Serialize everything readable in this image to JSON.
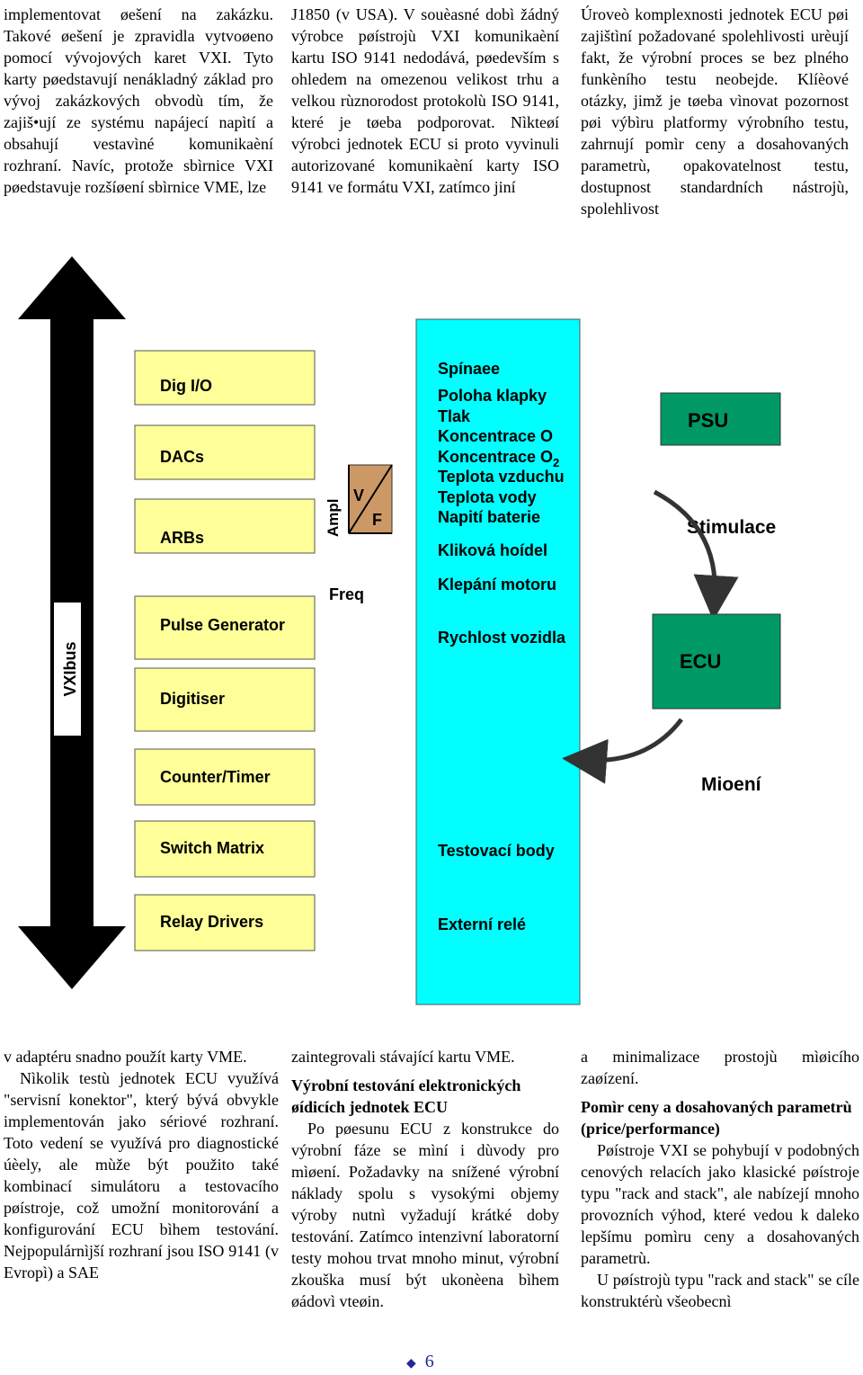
{
  "top": {
    "col1": "implementovat øešení na zakázku. Takové øešení je zpravidla vytvoøeno pomocí vývojových karet VXI. Tyto karty pøedstavují nenákladný základ pro vývoj zakázkových obvodù tím, že zajiš•ují ze systému napájecí napìtí a obsahují vestavìné komunikaèní rozhraní. Navíc, protože sbìrnice VXI pøedstavuje rozšíøení sbìrnice VME, lze",
    "col2": "J1850 (v USA). V souèasné dobì žádný výrobce pøístrojù VXI komunikaèní kartu ISO 9141 nedodává, pøedevším s ohledem na omezenou velikost trhu a velkou rùznorodost protokolù ISO 9141, které je tøeba podporovat. Nìkteøí výrobci jednotek ECU si proto vyvinuli autorizované komunikaèní karty ISO 9141 ve formátu VXI, zatímco jiní",
    "col3": "Úroveò komplexnosti jednotek ECU pøi zajištìní požadované spolehlivosti urèují fakt, že výrobní proces se bez plného funkèního testu neobejde. Klíèové otázky, jimž je tøeba vìnovat pozornost pøi výbìru platformy výrobního testu, zahrnují pomìr ceny a dosahovaných parametrù, opakovatelnost testu, dostupnost standardních nástrojù, spolehlivost"
  },
  "diagram": {
    "bus_label": "VXIbus",
    "modules": [
      "Dig I/O",
      "DACs",
      "ARBs",
      "Pulse Generator",
      "Digitiser",
      "Counter/Timer",
      "Switch Matrix",
      "Relay Drivers"
    ],
    "signal_symbol": {
      "ampl": "Ampl",
      "v": "V",
      "f": "F",
      "freq": "Freq"
    },
    "signals": [
      "Spínaee",
      "Poloha klapky",
      "Tlak",
      "Koncentrace O",
      "Koncentrace O",
      "Teplota vzduchu",
      "Teplota vody",
      "Napití baterie",
      "Kliková hoídel",
      "Klepání motoru",
      "Rychlost vozidla",
      "Testovací body",
      "Externí relé"
    ],
    "o2_subscript": "2",
    "psu": "PSU",
    "stimulace": "Stimulace",
    "ecu": "ECU",
    "mereni": "Mioení",
    "colors": {
      "signal_box": "#00ffff",
      "module_box": "#ffff99",
      "ecu_box": "#009966",
      "symbol_box": "#cc9966",
      "bus": "#000000"
    }
  },
  "bottom": {
    "col1_p1": "v adaptéru snadno použít karty VME.",
    "col1_p2": "Nìkolik testù jednotek ECU využívá \"servisní konektor\", který bývá obvykle implementován jako sériové rozhraní. Toto vedení se využívá pro diagnostické úèely, ale mùže být použito také kombinací simulátoru a testovacího pøístroje, což umožní monitorování a konfigurování ECU bìhem testování. Nejpopulárnìjší rozhraní jsou ISO 9141 (v Evropì) a SAE",
    "col2_p1": "zaintegrovali stávající kartu VME.",
    "col2_h": "Výrobní testování elektronických øídicích jednotek ECU",
    "col2_p2": "Po pøesunu ECU z konstrukce do výrobní fáze se mìní i dùvody pro mìøení. Požadavky na snížené výrobní náklady spolu s vysokými objemy výroby nutnì vyžadují krátké doby testování. Zatímco intenzivní laboratorní testy mohou trvat mnoho minut, výrobní zkouška musí být ukonèena bìhem øádovì vteøin.",
    "col3_p1": "a minimalizace prostojù mìøicího zaøízení.",
    "col3_h": "Pomìr ceny a dosahovaných parametrù (price/performance)",
    "col3_p2": "Pøístroje VXI se pohybují v podobných cenových relacích jako klasické pøístroje typu \"rack and stack\", ale nabízejí mnoho provozních výhod, které vedou k daleko lepšímu pomìru ceny a dosahovaných parametrù.",
    "col3_p3": "U pøístrojù typu \"rack and stack\" se cíle konstruktérù všeobecnì"
  },
  "page_number": "6"
}
